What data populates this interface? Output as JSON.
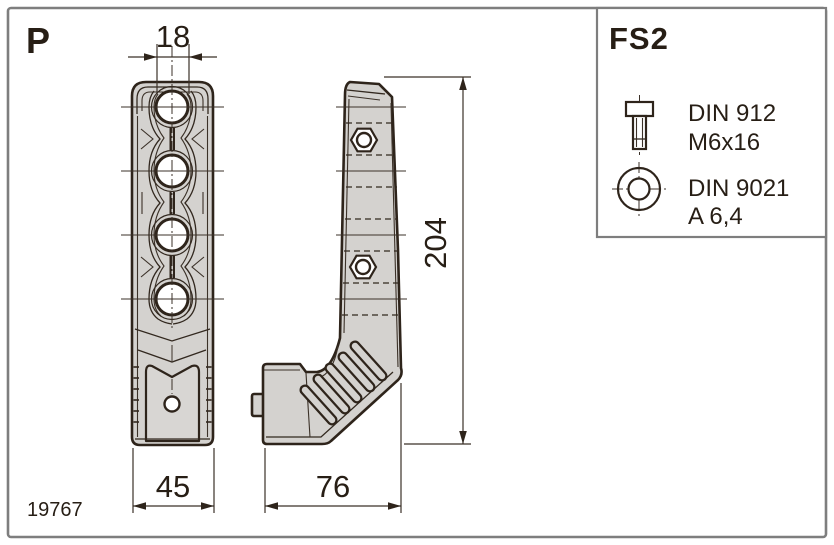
{
  "drawing": {
    "view_label": "P",
    "part_number": "19767",
    "dimensions": {
      "hole_diameter": "18",
      "front_width": "45",
      "side_depth": "76",
      "total_height": "204"
    },
    "parts_box": {
      "code": "FS2",
      "items": [
        {
          "icon": "socket-head-screw-icon",
          "standard": "DIN 912",
          "size": "M6x16"
        },
        {
          "icon": "washer-icon",
          "standard": "DIN 9021",
          "size": "A 6,4"
        }
      ]
    },
    "colors": {
      "line": "#2e241b",
      "part_fill": "#d4d2cf",
      "frame_gray": "#7e7e7e",
      "background": "#ffffff"
    }
  }
}
